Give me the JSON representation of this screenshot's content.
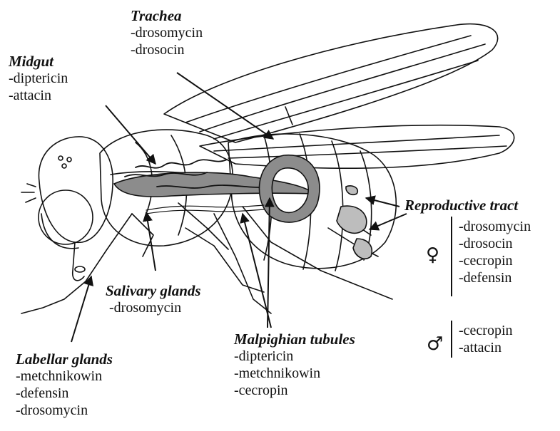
{
  "diagram": {
    "trachea": {
      "title": "Trachea",
      "items": [
        "-drosomycin",
        "-drosocin"
      ]
    },
    "midgut": {
      "title": "Midgut",
      "items": [
        "-diptericin",
        "-attacin"
      ]
    },
    "reproductive": {
      "title": "Reproductive tract",
      "female_symbol": "♀",
      "female_items": [
        "-drosomycin",
        "-drosocin",
        "-cecropin",
        "-defensin"
      ],
      "male_symbol": "♂",
      "male_items": [
        "-cecropin",
        "-attacin"
      ]
    },
    "salivary": {
      "title": "Salivary glands",
      "items": [
        "-drosomycin"
      ]
    },
    "malpighian": {
      "title": "Malpighian tubules",
      "items": [
        "-diptericin",
        "-metchnikowin",
        "-cecropin"
      ]
    },
    "labellar": {
      "title": "Labellar glands",
      "items": [
        "-metchnikowin",
        "-defensin",
        "-drosomycin"
      ]
    },
    "colors": {
      "line": "#111111",
      "tissue_fill": "#8c8c8c",
      "tissue_light": "#bdbdbd"
    }
  }
}
